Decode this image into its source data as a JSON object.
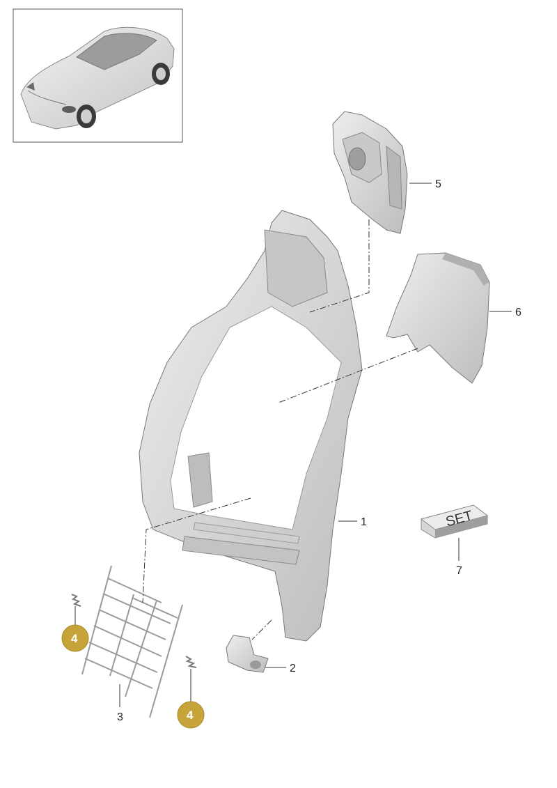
{
  "diagram": {
    "set_label": "SET",
    "part_numbers": {
      "p1": "1",
      "p2": "2",
      "p3": "3",
      "p4a": "4",
      "p4b": "4",
      "p5": "5",
      "p6": "6",
      "p7": "7"
    },
    "colors": {
      "badge": "#c7a43a",
      "part_fill": "#d9d9d9",
      "part_shade": "#b5b5b5",
      "outline": "#666666"
    }
  }
}
